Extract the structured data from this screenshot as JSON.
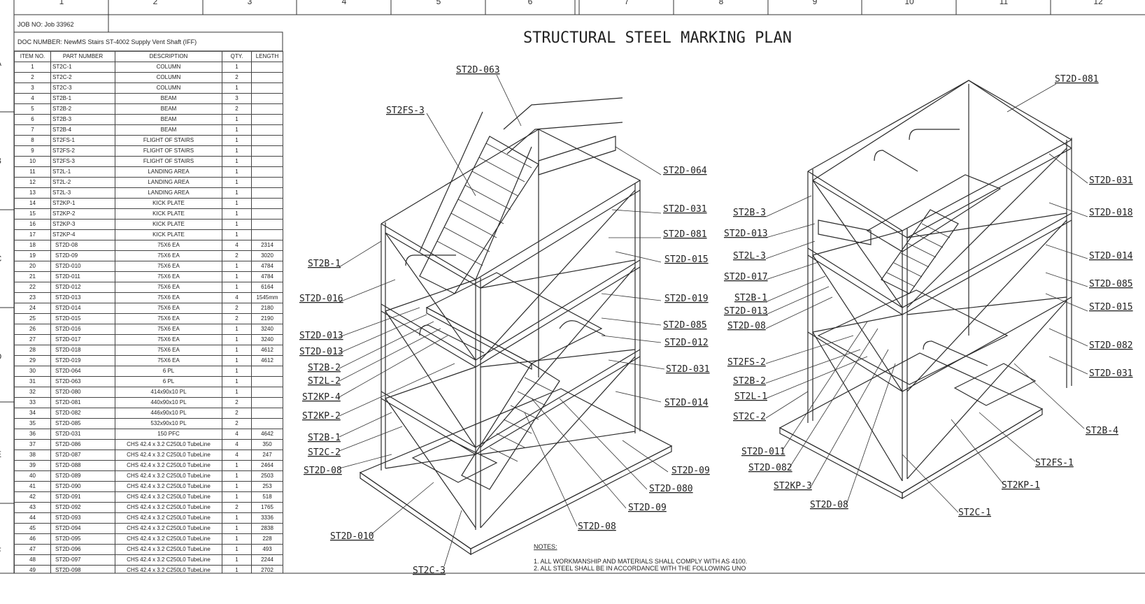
{
  "border_top_labels": [
    "1",
    "2",
    "3",
    "4",
    "5",
    "6",
    "7",
    "8",
    "9",
    "10",
    "11",
    "12"
  ],
  "border_side_labels": [
    "A",
    "B",
    "C",
    "D",
    "E",
    "F"
  ],
  "job_no": "JOB NO: Job 33962",
  "doc_number": "DOC NUMBER: NewMS Stairs ST-4002 Supply Vent Shaft (IFF)",
  "title": "STRUCTURAL STEEL MARKING PLAN",
  "bom_headers": [
    "ITEM NO.",
    "PART NUMBER",
    "DESCRIPTION",
    "QTY.",
    "LENGTH"
  ],
  "bom_rows": [
    [
      "1",
      "ST2C-1",
      "COLUMN",
      "1",
      ""
    ],
    [
      "2",
      "ST2C-2",
      "COLUMN",
      "2",
      ""
    ],
    [
      "3",
      "ST2C-3",
      "COLUMN",
      "1",
      ""
    ],
    [
      "4",
      "ST2B-1",
      "BEAM",
      "3",
      ""
    ],
    [
      "5",
      "ST2B-2",
      "BEAM",
      "2",
      ""
    ],
    [
      "6",
      "ST2B-3",
      "BEAM",
      "1",
      ""
    ],
    [
      "7",
      "ST2B-4",
      "BEAM",
      "1",
      ""
    ],
    [
      "8",
      "ST2FS-1",
      "FLIGHT OF STAIRS",
      "1",
      ""
    ],
    [
      "9",
      "ST2FS-2",
      "FLIGHT OF STAIRS",
      "1",
      ""
    ],
    [
      "10",
      "ST2FS-3",
      "FLIGHT OF STAIRS",
      "1",
      ""
    ],
    [
      "11",
      "ST2L-1",
      "LANDING AREA",
      "1",
      ""
    ],
    [
      "12",
      "ST2L-2",
      "LANDING AREA",
      "1",
      ""
    ],
    [
      "13",
      "ST2L-3",
      "LANDING AREA",
      "1",
      ""
    ],
    [
      "14",
      "ST2KP-1",
      "KICK PLATE",
      "1",
      ""
    ],
    [
      "15",
      "ST2KP-2",
      "KICK PLATE",
      "1",
      ""
    ],
    [
      "16",
      "ST2KP-3",
      "KICK PLATE",
      "1",
      ""
    ],
    [
      "17",
      "ST2KP-4",
      "KICK PLATE",
      "1",
      ""
    ],
    [
      "18",
      "ST2D-08",
      "75X6 EA",
      "4",
      "2314"
    ],
    [
      "19",
      "ST2D-09",
      "75X6 EA",
      "2",
      "3020"
    ],
    [
      "20",
      "ST2D-010",
      "75X6 EA",
      "1",
      "4784"
    ],
    [
      "21",
      "ST2D-011",
      "75X6 EA",
      "1",
      "4784"
    ],
    [
      "22",
      "ST2D-012",
      "75X6 EA",
      "1",
      "6164"
    ],
    [
      "23",
      "ST2D-013",
      "75X6 EA",
      "4",
      "1545mm"
    ],
    [
      "24",
      "ST2D-014",
      "75X6 EA",
      "2",
      "2180"
    ],
    [
      "25",
      "ST2D-015",
      "75X6 EA",
      "2",
      "2190"
    ],
    [
      "26",
      "ST2D-016",
      "75X6 EA",
      "1",
      "3240"
    ],
    [
      "27",
      "ST2D-017",
      "75X6 EA",
      "1",
      "3240"
    ],
    [
      "28",
      "ST2D-018",
      "75X6 EA",
      "1",
      "4612"
    ],
    [
      "29",
      "ST2D-019",
      "75X6 EA",
      "1",
      "4612"
    ],
    [
      "30",
      "ST2D-064",
      "6 PL",
      "1",
      ""
    ],
    [
      "31",
      "ST2D-063",
      "6 PL",
      "1",
      ""
    ],
    [
      "32",
      "ST2D-080",
      "414x90x10 PL",
      "1",
      ""
    ],
    [
      "33",
      "ST2D-081",
      "440x90x10 PL",
      "2",
      ""
    ],
    [
      "34",
      "ST2D-082",
      "446x90x10 PL",
      "2",
      ""
    ],
    [
      "35",
      "ST2D-085",
      "532x90x10 PL",
      "2",
      ""
    ],
    [
      "36",
      "ST2D-031",
      "150 PFC",
      "4",
      "4642"
    ],
    [
      "37",
      "ST2D-086",
      "CHS 42.4 x 3.2 C250L0 TubeLine",
      "4",
      "350"
    ],
    [
      "38",
      "ST2D-087",
      "CHS 42.4 x 3.2 C250L0 TubeLine",
      "4",
      "247"
    ],
    [
      "39",
      "ST2D-088",
      "CHS 42.4 x 3.2 C250L0 TubeLine",
      "1",
      "2464"
    ],
    [
      "40",
      "ST2D-089",
      "CHS 42.4 x 3.2 C250L0 TubeLine",
      "1",
      "2503"
    ],
    [
      "41",
      "ST2D-090",
      "CHS 42.4 x 3.2 C250L0 TubeLine",
      "1",
      "253"
    ],
    [
      "42",
      "ST2D-091",
      "CHS 42.4 x 3.2 C250L0 TubeLine",
      "1",
      "518"
    ],
    [
      "43",
      "ST2D-092",
      "CHS 42.4 x 3.2 C250L0 TubeLine",
      "2",
      "1765"
    ],
    [
      "44",
      "ST2D-093",
      "CHS 42.4 x 3.2 C250L0 TubeLine",
      "1",
      "3336"
    ],
    [
      "45",
      "ST2D-094",
      "CHS 42.4 x 3.2 C250L0 TubeLine",
      "1",
      "2838"
    ],
    [
      "46",
      "ST2D-095",
      "CHS 42.4 x 3.2 C250L0 TubeLine",
      "1",
      "228"
    ],
    [
      "47",
      "ST2D-096",
      "CHS 42.4 x 3.2 C250L0 TubeLine",
      "1",
      "493"
    ],
    [
      "48",
      "ST2D-097",
      "CHS 42.4 x 3.2 C250L0 TubeLine",
      "1",
      "2244"
    ],
    [
      "49",
      "ST2D-098",
      "CHS 42.4 x 3.2 C250L0 TubeLine",
      "1",
      "2702"
    ]
  ],
  "callouts_left": [
    "ST2D-063",
    "ST2FS-3",
    "ST2D-064",
    "ST2D-031",
    "ST2D-081",
    "ST2D-015",
    "ST2B-1",
    "ST2D-016",
    "ST2D-019",
    "ST2D-085",
    "ST2D-013",
    "ST2D-012",
    "ST2D-013",
    "ST2B-2",
    "ST2D-031",
    "ST2L-2",
    "ST2KP-4",
    "ST2D-014",
    "ST2KP-2",
    "ST2B-1",
    "ST2C-2",
    "ST2D-08",
    "ST2D-09",
    "ST2D-080",
    "ST2D-09",
    "ST2D-08",
    "ST2D-010",
    "ST2C-3"
  ],
  "callouts_right": [
    "ST2D-081",
    "ST2D-031",
    "ST2B-3",
    "ST2D-018",
    "ST2D-013",
    "ST2L-3",
    "ST2D-014",
    "ST2D-017",
    "ST2D-085",
    "ST2B-1",
    "ST2D-015",
    "ST2D-013",
    "ST2D-08",
    "ST2D-082",
    "ST2FS-2",
    "ST2D-031",
    "ST2B-2",
    "ST2L-1",
    "ST2C-2",
    "ST2B-4",
    "ST2D-011",
    "ST2FS-1",
    "ST2D-082",
    "ST2KP-3",
    "ST2KP-1",
    "ST2D-08",
    "ST2C-1"
  ],
  "notes_heading": "NOTES:",
  "notes": [
    "1. ALL WORKMANSHIP AND MATERIALS SHALL COMPLY WITH AS 4100.",
    "2. ALL STEEL SHALL BE IN ACCORDANCE WITH THE FOLLOWING UNO"
  ],
  "colors": {
    "line": "#2b2b2b",
    "paper": "#ffffff"
  }
}
